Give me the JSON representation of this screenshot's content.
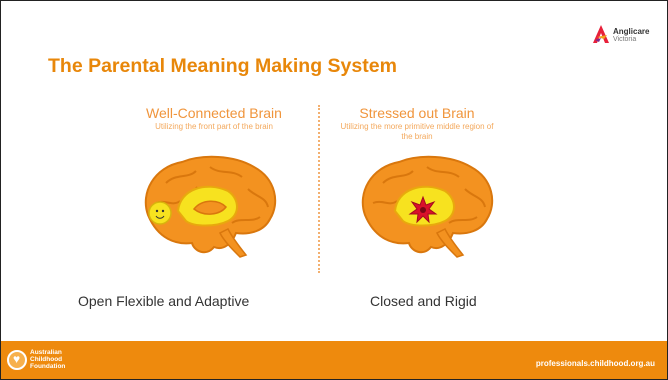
{
  "slide": {
    "title": "The Parental Meaning Making System",
    "logo": {
      "name": "Anglicare",
      "sub": "Victoria",
      "icon": "anglicare-logo-icon"
    },
    "left_panel": {
      "title": "Well-Connected Brain",
      "subtitle": "Utilizing the front part of the brain",
      "caption": "Open Flexible and Adaptive"
    },
    "right_panel": {
      "title": "Stressed out Brain",
      "subtitle": "Utilizing the more primitive middle region of the brain",
      "caption": "Closed and Rigid"
    },
    "footer": {
      "org": [
        "Australian",
        "Childhood",
        "Foundation"
      ],
      "url": "professionals.childhood.org.au"
    }
  },
  "colors": {
    "accent": "#e8870a",
    "brain": "#f39220",
    "brain_inner": "#f7e21f",
    "footer": "#ee8a0d",
    "stress": "#d9102b"
  }
}
